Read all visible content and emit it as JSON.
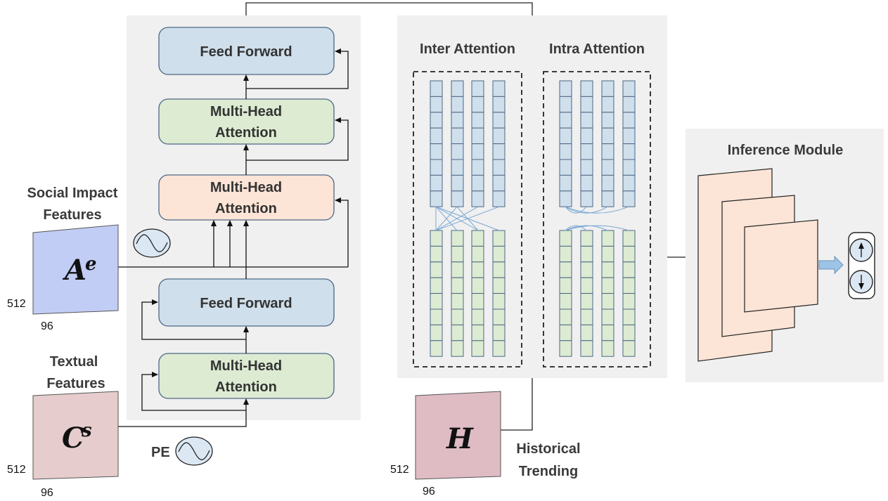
{
  "encoder": {
    "feed_forward_top": "Feed Forward",
    "mha_green_top_1": "Multi-Head",
    "mha_green_top_2": "Attention",
    "mha_cross_1": "Multi-Head",
    "mha_cross_2": "Attention",
    "feed_forward_bottom": "Feed Forward",
    "mha_bottom_1": "Multi-Head",
    "mha_bottom_2": "Attention"
  },
  "inputs": {
    "social_label_1": "Social Impact",
    "social_label_2": "Features",
    "social_symbol": "A",
    "social_sup": "e",
    "social_dim_h": "512",
    "social_dim_w": "96",
    "textual_label_1": "Textual",
    "textual_label_2": "Features",
    "textual_symbol": "C",
    "textual_sup": "s",
    "textual_dim_h": "512",
    "textual_dim_w": "96",
    "pe_label": "PE",
    "hist_symbol": "H",
    "hist_label_1": "Historical",
    "hist_label_2": "Trending",
    "hist_dim_h": "512",
    "hist_dim_w": "96"
  },
  "attention": {
    "inter_title": "Inter Attention",
    "intra_title": "Intra Attention"
  },
  "inference": {
    "title": "Inference Module"
  },
  "colors": {
    "panel": "#f0f0f0",
    "blue_box": "#cfdfeb",
    "green_box": "#dcebd2",
    "peach_box": "#fce4d6",
    "social_feat": "#c2cdf6",
    "textual_feat": "#e6cccc",
    "hist_feat": "#dfbcc4",
    "inference_layer": "#fce4d6",
    "arrow_fill": "#9dc3e6"
  }
}
